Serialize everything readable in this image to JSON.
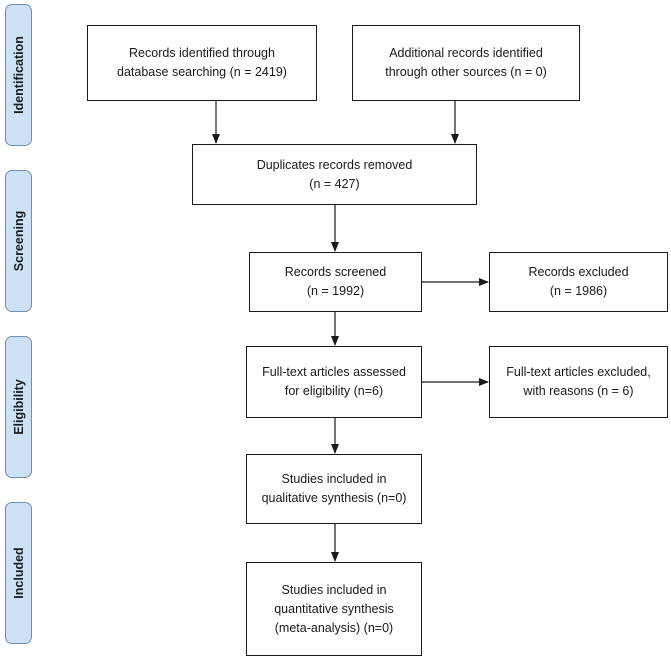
{
  "stages": [
    {
      "key": "identification",
      "label": "Identification"
    },
    {
      "key": "screening",
      "label": "Screening"
    },
    {
      "key": "eligibility",
      "label": "Eligibility"
    },
    {
      "key": "included",
      "label": "Included"
    }
  ],
  "boxes": {
    "database_search": "Records identified through\ndatabase searching (n = 2419)",
    "other_sources": "Additional records identified\nthrough other sources (n = 0)",
    "duplicates_removed": "Duplicates records removed\n(n = 427)",
    "records_screened": "Records screened\n(n = 1992)",
    "records_excluded": "Records excluded\n(n = 1986)",
    "fulltext_assessed": "Full-text articles assessed\nfor eligibility (n=6)",
    "fulltext_excluded": "Full-text articles excluded,\nwith reasons (n = 6)",
    "qualitative": "Studies included in\nqualitative synthesis (n=0)",
    "quantitative": "Studies included in\nquantitative synthesis\n(meta-analysis) (n=0)"
  },
  "colors": {
    "stage_fill": "#cde3f5",
    "stage_border": "#6e8fae",
    "line": "#1a1a1a"
  }
}
